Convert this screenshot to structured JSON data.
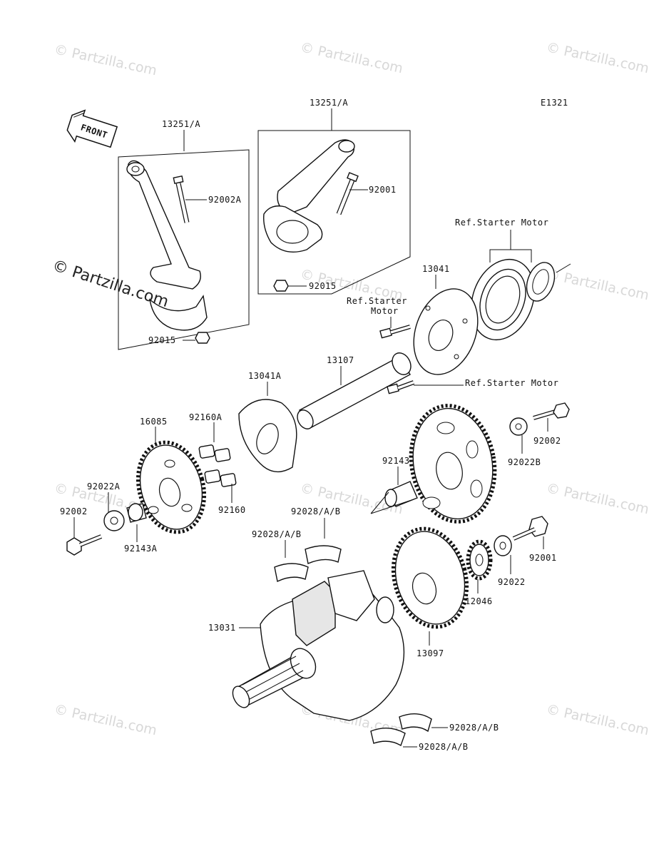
{
  "diagram_code": "E1321",
  "front_label": "FRONT",
  "watermark": "© Partzilla.com",
  "labels": {
    "conrod_left": "13251/A",
    "conrod_right": "13251/A",
    "bolt_left": "92002A",
    "bolt_right": "92001",
    "nut_left": "92015",
    "nut_right": "92015",
    "ref_starter_top": "Ref.Starter Motor",
    "clutch_outer": "13041",
    "ref_starter_mid_1": "Ref.Starter",
    "ref_starter_mid_2": "Motor",
    "shaft": "13107",
    "coupling": "13041A",
    "ref_starter_right": "Ref.Starter Motor",
    "damper_a": "92160A",
    "damper": "92160",
    "gear_left": "16085",
    "collar": "92143",
    "washer_left": "92022A",
    "bolt_far_left": "92002",
    "collar_left": "92143A",
    "bolt_top_right": "92002",
    "washer_top_right": "92022B",
    "bearing_1": "92028/A/B",
    "bearing_2": "92028/A/B",
    "washer_right": "92022",
    "gear_small": "12046",
    "crankshaft": "13031",
    "gear_crank": "13097",
    "bearing_3": "92028/A/B",
    "bearing_4": "92028/A/B"
  }
}
